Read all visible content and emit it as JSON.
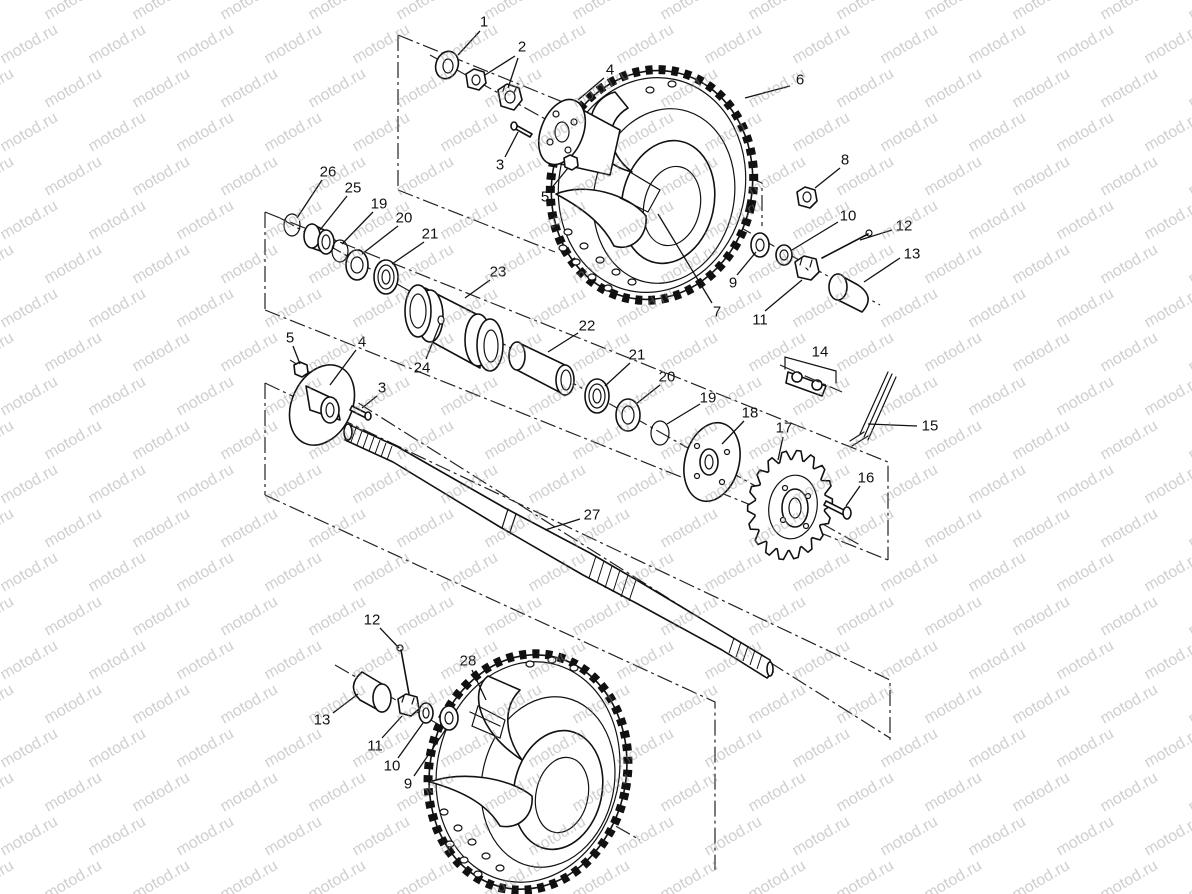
{
  "diagram": {
    "callouts": [
      "1",
      "2",
      "4",
      "6",
      "3",
      "5",
      "8",
      "26",
      "25",
      "19",
      "20",
      "21",
      "10",
      "12",
      "13",
      "9",
      "7",
      "11",
      "23",
      "22",
      "24",
      "5",
      "4",
      "14",
      "21",
      "3",
      "20",
      "19",
      "18",
      "17",
      "15",
      "16",
      "27",
      "12",
      "28",
      "13",
      "11",
      "10",
      "9"
    ],
    "watermark": "motod.ru"
  }
}
